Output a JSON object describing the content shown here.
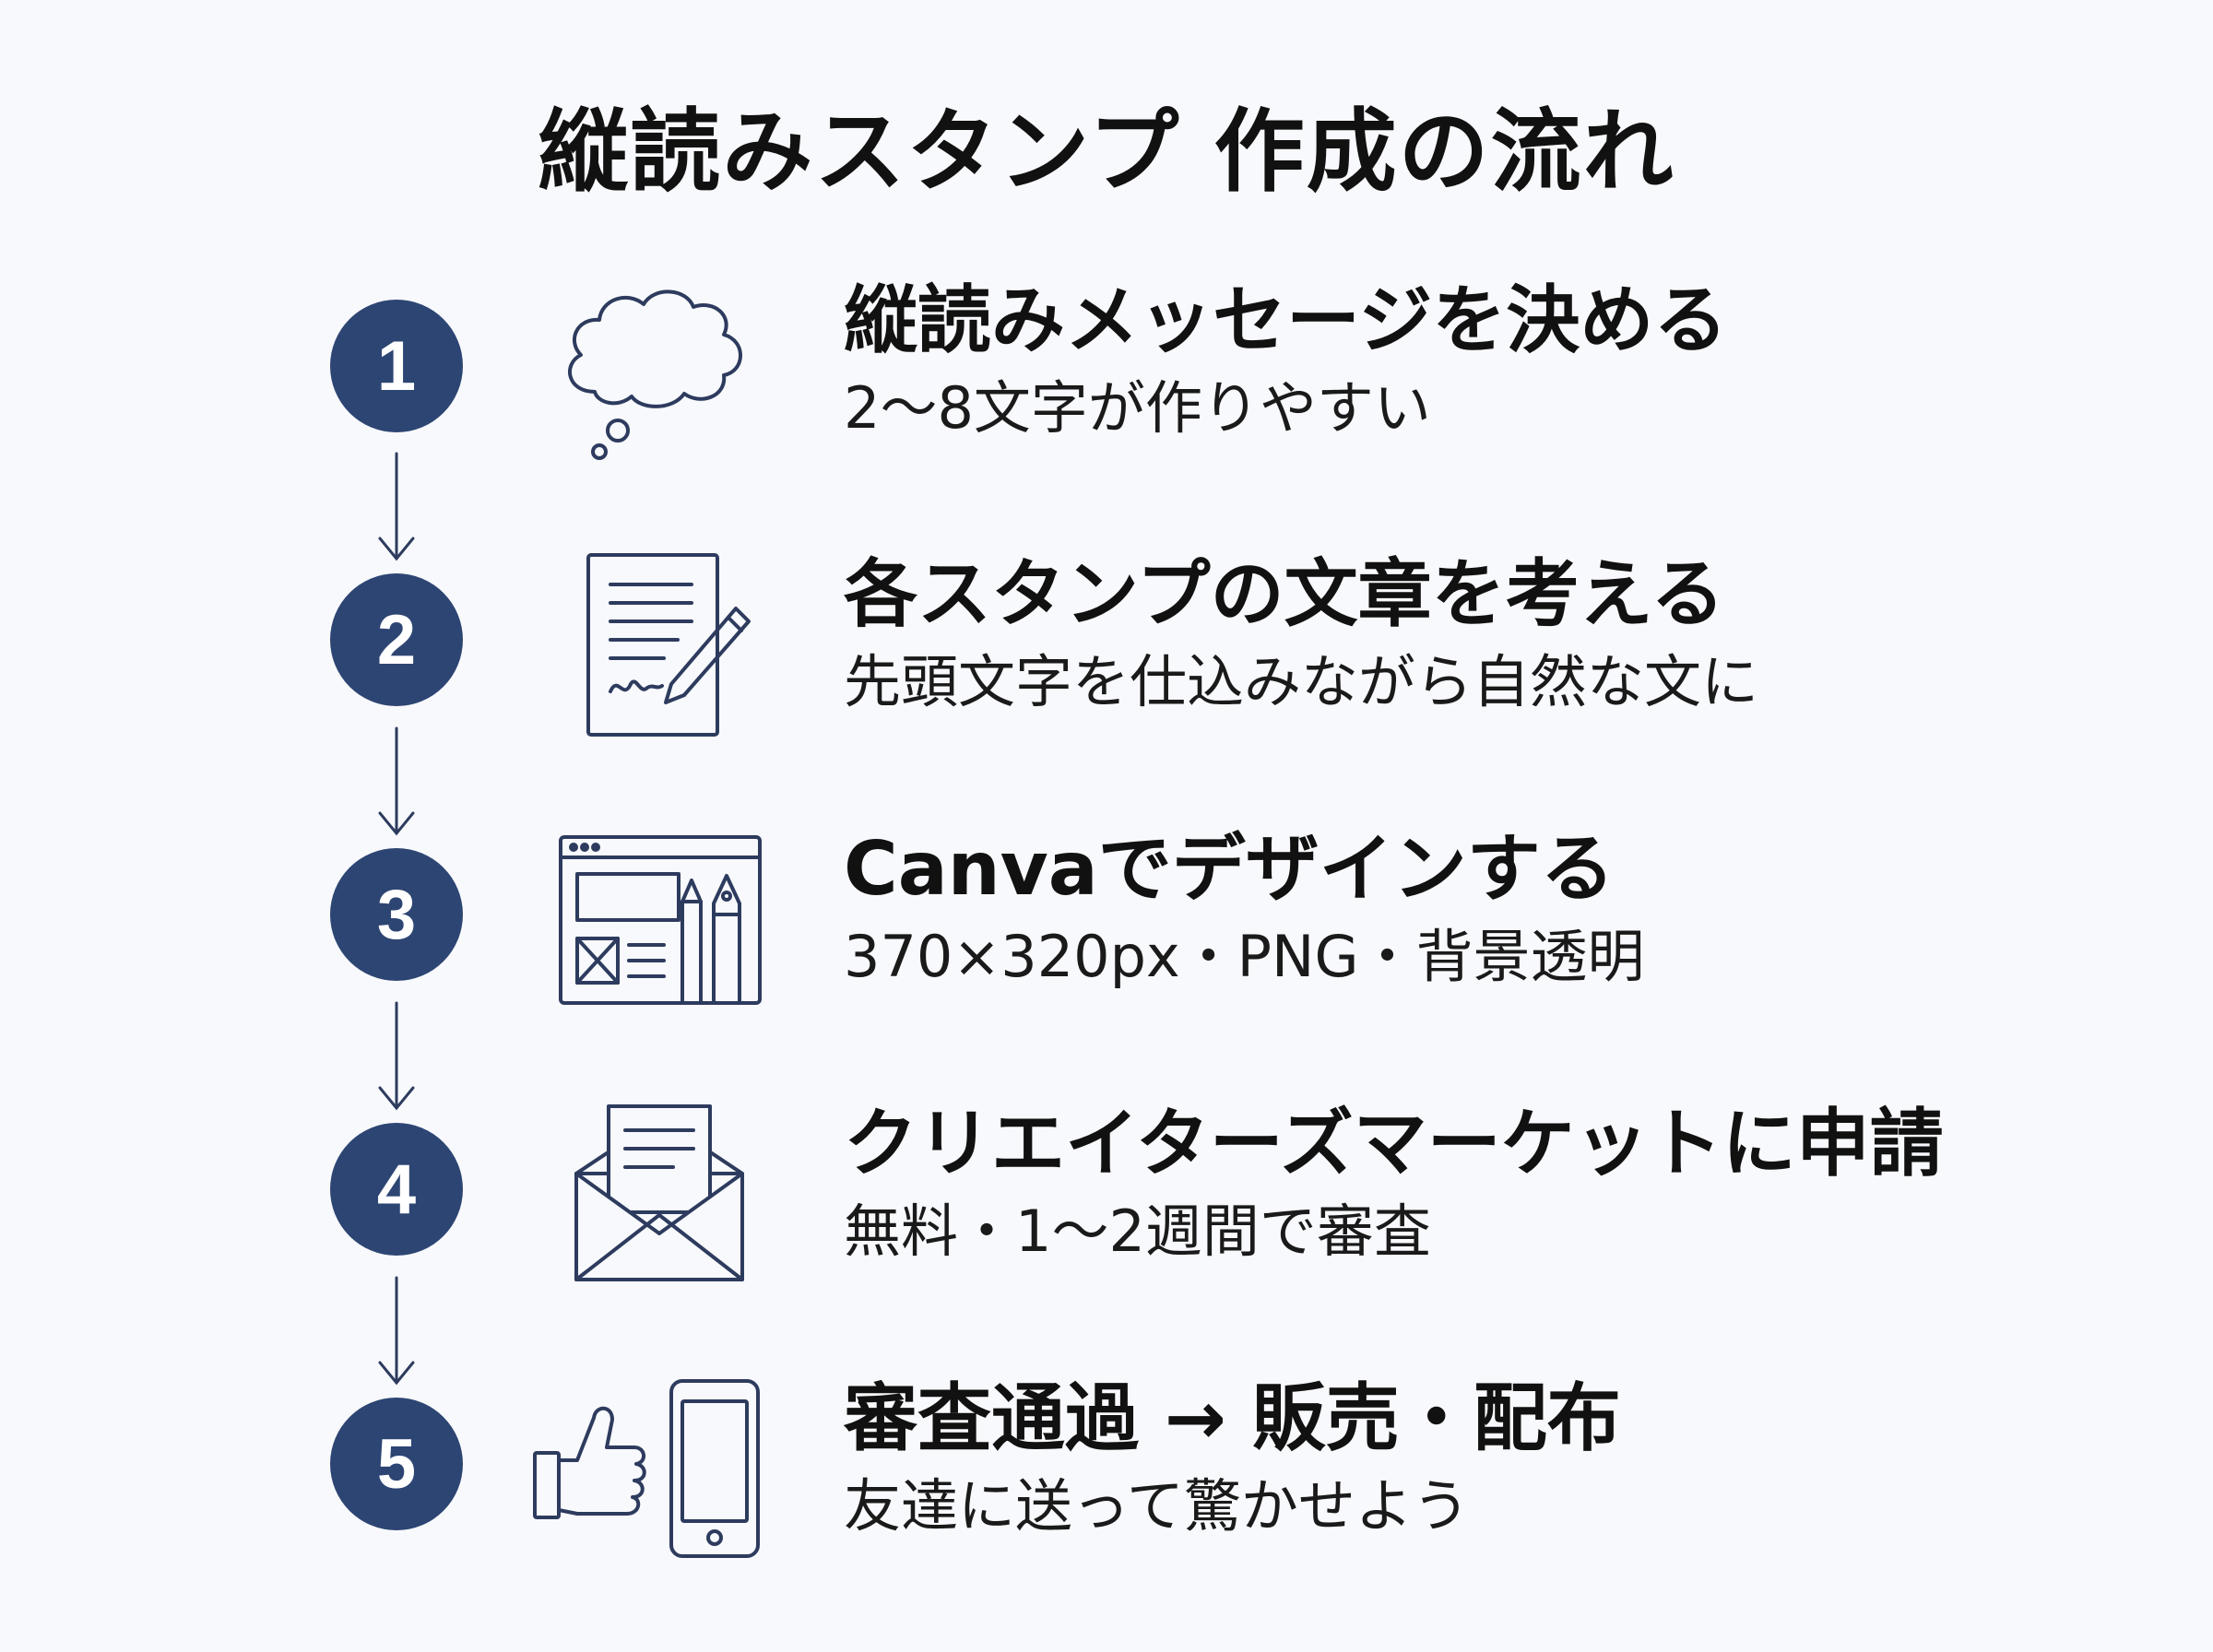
{
  "title": "縦読みスタンプ 作成の流れ",
  "colors": {
    "accent": "#2d4573",
    "icon_stroke": "#2d3b5e",
    "text": "#111111",
    "background": "#f8f9fc"
  },
  "steps": [
    {
      "number": "1",
      "icon": "thought-bubble-icon",
      "title": "縦読みメッセージを決める",
      "description": "2〜8文字が作りやすい"
    },
    {
      "number": "2",
      "icon": "document-pen-icon",
      "title": "各スタンプの文章を考える",
      "description": "先頭文字を仕込みながら自然な文に"
    },
    {
      "number": "3",
      "icon": "design-window-icon",
      "title": "Canvaでデザインする",
      "description": "370×320px・PNG・背景透明"
    },
    {
      "number": "4",
      "icon": "envelope-letter-icon",
      "title": "クリエイターズマーケットに申請",
      "description": "無料・1〜2週間で審査"
    },
    {
      "number": "5",
      "icon": "thumbs-up-phone-icon",
      "title": "審査通過 → 販売・配布",
      "description": "友達に送って驚かせよう"
    }
  ]
}
